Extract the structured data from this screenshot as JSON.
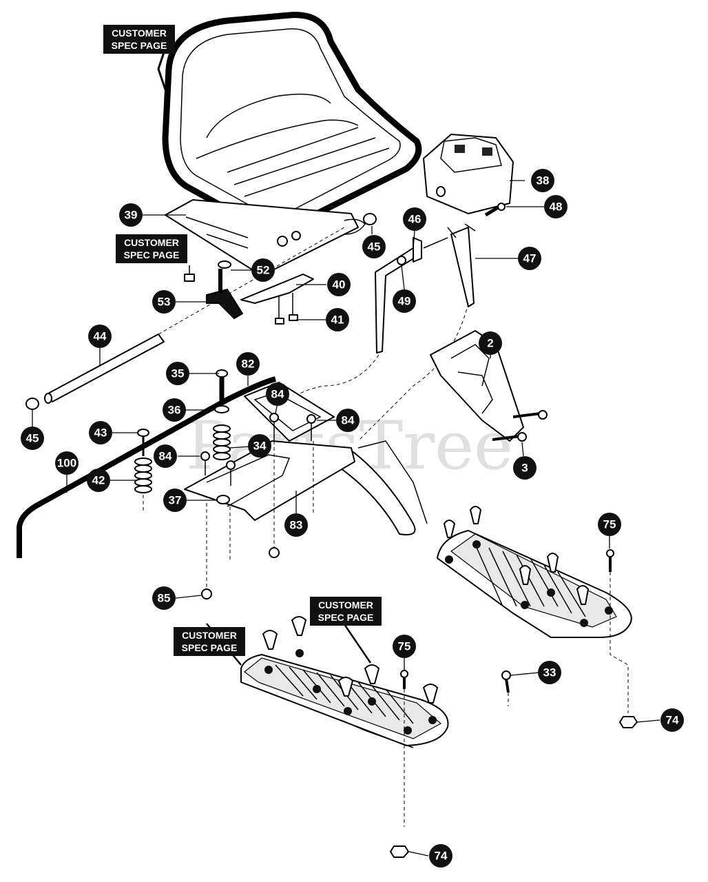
{
  "watermark": "PartsTree",
  "spec_boxes": [
    {
      "id": "spec-seat",
      "line1": "CUSTOMER",
      "line2": "SPEC PAGE"
    },
    {
      "id": "spec-bolt",
      "line1": "CUSTOMER",
      "line2": "SPEC PAGE"
    },
    {
      "id": "spec-mat-right",
      "line1": "CUSTOMER",
      "line2": "SPEC PAGE"
    },
    {
      "id": "spec-mat-left",
      "line1": "CUSTOMER",
      "line2": "SPEC PAGE"
    }
  ],
  "callouts": [
    {
      "id": "c2",
      "num": "2"
    },
    {
      "id": "c3",
      "num": "3"
    },
    {
      "id": "c33",
      "num": "33"
    },
    {
      "id": "c34",
      "num": "34"
    },
    {
      "id": "c35",
      "num": "35"
    },
    {
      "id": "c36",
      "num": "36"
    },
    {
      "id": "c37",
      "num": "37"
    },
    {
      "id": "c38",
      "num": "38"
    },
    {
      "id": "c39",
      "num": "39"
    },
    {
      "id": "c40",
      "num": "40"
    },
    {
      "id": "c41",
      "num": "41"
    },
    {
      "id": "c42",
      "num": "42"
    },
    {
      "id": "c43",
      "num": "43"
    },
    {
      "id": "c44",
      "num": "44"
    },
    {
      "id": "c45a",
      "num": "45"
    },
    {
      "id": "c45b",
      "num": "45"
    },
    {
      "id": "c46",
      "num": "46"
    },
    {
      "id": "c47",
      "num": "47"
    },
    {
      "id": "c48",
      "num": "48"
    },
    {
      "id": "c49",
      "num": "49"
    },
    {
      "id": "c52",
      "num": "52"
    },
    {
      "id": "c53",
      "num": "53"
    },
    {
      "id": "c74a",
      "num": "74"
    },
    {
      "id": "c74b",
      "num": "74"
    },
    {
      "id": "c75a",
      "num": "75"
    },
    {
      "id": "c75b",
      "num": "75"
    },
    {
      "id": "c82",
      "num": "82"
    },
    {
      "id": "c83",
      "num": "83"
    },
    {
      "id": "c84a",
      "num": "84"
    },
    {
      "id": "c84b",
      "num": "84"
    },
    {
      "id": "c84c",
      "num": "84"
    },
    {
      "id": "c85",
      "num": "85"
    },
    {
      "id": "c100",
      "num": "100"
    }
  ]
}
